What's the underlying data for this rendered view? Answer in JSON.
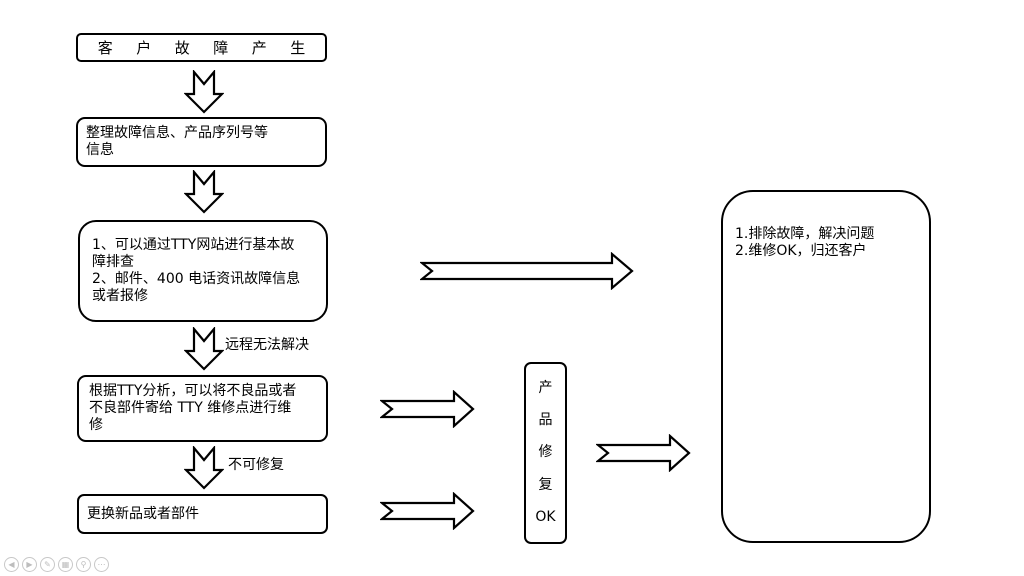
{
  "flow": {
    "start": [
      "客",
      "户",
      "故",
      "障",
      "产",
      "生"
    ],
    "step2": [
      "整理故障信息、产品序列号等",
      "信息"
    ],
    "step3": [
      "1、可以通过TTY网站进行基本故",
      "障排查",
      "2、邮件、400 电话资讯故障信息",
      "或者报修"
    ],
    "arrow3_label": "远程无法解决",
    "step4": [
      "根据TTY分析，可以将不良品或者",
      "不良部件寄给 TTY 维修点进行维",
      "修"
    ],
    "arrow4_label": "不可修复",
    "step5": "更换新品或者部件",
    "repair_ok": [
      "产",
      "品",
      "修",
      "复",
      "OK"
    ],
    "result": [
      "1.排除故障，解决问题",
      "2.维修OK，归还客户"
    ]
  },
  "footer_icons": [
    "prev-icon",
    "next-icon",
    "pen-icon",
    "slides-icon",
    "zoom-icon",
    "more-icon"
  ]
}
